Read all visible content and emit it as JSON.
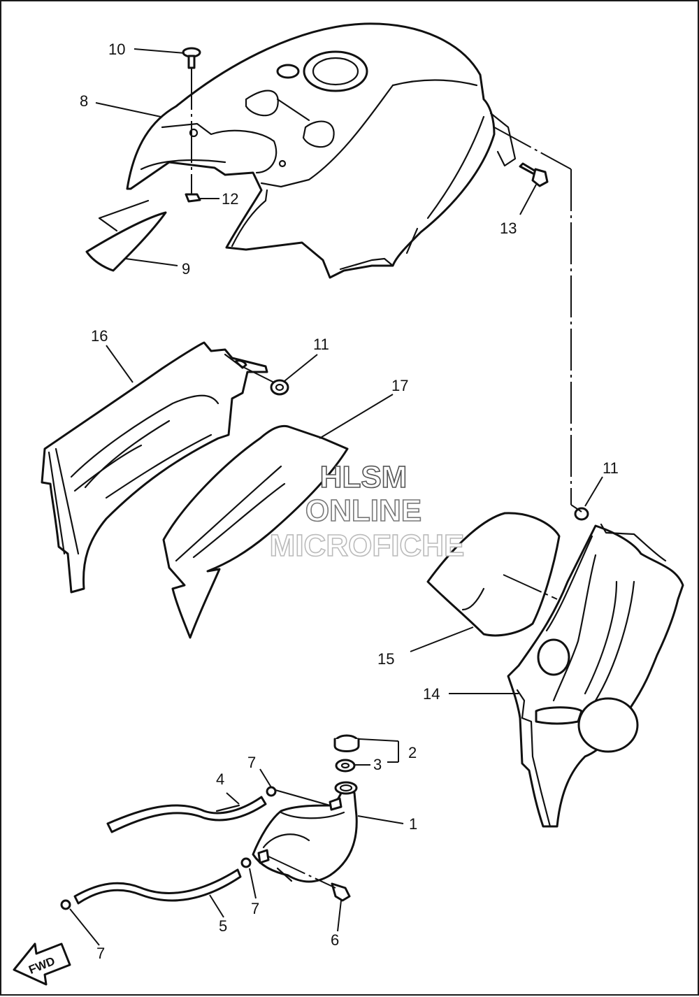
{
  "watermark": {
    "line1": "HLSM",
    "line2": "ONLINE",
    "line3": "MICROFICHE",
    "colors": {
      "line1": "#555555",
      "line2": "#777777",
      "line3": "#bbbbbb"
    }
  },
  "fwd_label": "FWD",
  "callouts": {
    "c1": "1",
    "c2": "2",
    "c3": "3",
    "c4": "4",
    "c5": "5",
    "c6": "6",
    "c7a": "7",
    "c7b": "7",
    "c7c": "7",
    "c8": "8",
    "c9": "9",
    "c10": "10",
    "c11a": "11",
    "c11b": "11",
    "c12": "12",
    "c13": "13",
    "c14": "14",
    "c15": "15",
    "c16": "16",
    "c17": "17"
  }
}
